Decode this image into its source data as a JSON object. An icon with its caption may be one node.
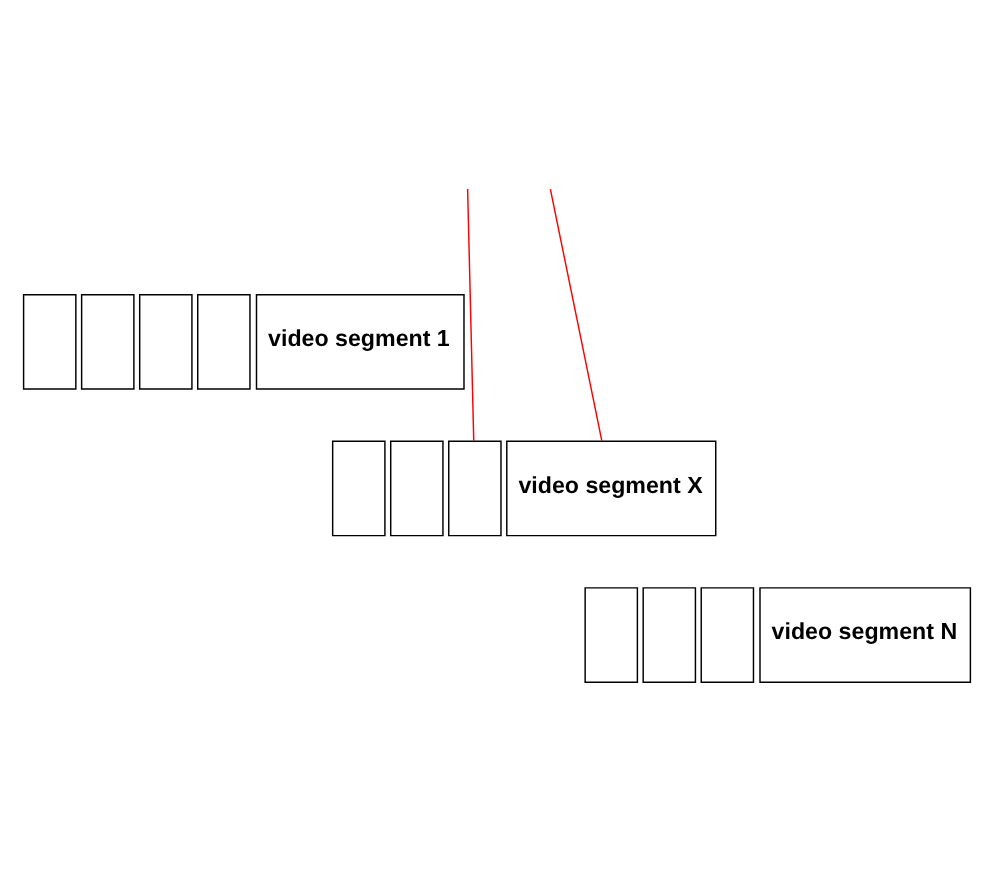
{
  "diagram": {
    "nodes": [
      {
        "text": [],
        "shape": "box"
      },
      {
        "text": [],
        "shape": "box"
      },
      {
        "text": [],
        "shape": "box"
      },
      {
        "text": [],
        "shape": "box"
      },
      {
        "text": [
          "video segment 1"
        ]
      },
      {
        "text": [],
        "shape": "box"
      },
      {
        "text": [],
        "shape": "box"
      },
      {
        "text": [],
        "shape": "box"
      },
      {
        "text": [
          "video segment X"
        ]
      },
      {
        "text": [],
        "shape": "box"
      },
      {
        "text": [],
        "shape": "box"
      },
      {
        "text": [],
        "shape": "box"
      },
      {
        "text": [
          "video segment N"
        ]
      }
    ],
    "edges": [
      {
        "from": null,
        "to": 7,
        "arrow": "none",
        "color": "#ff0000"
      },
      {
        "from": null,
        "to": 8,
        "arrow": "none",
        "color": "#ff0000"
      }
    ]
  }
}
